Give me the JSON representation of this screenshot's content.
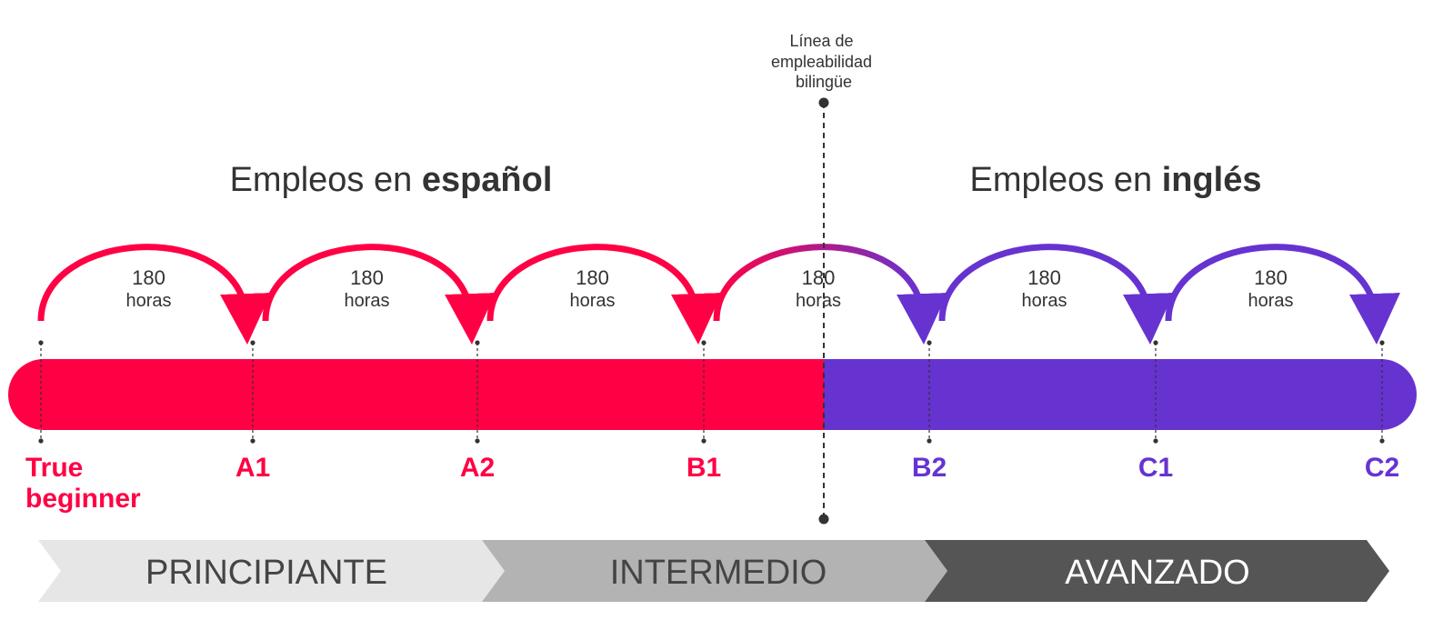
{
  "bilingual_line": {
    "label_lines": [
      "Línea de",
      "empleabilidad",
      "bilingüe"
    ]
  },
  "headings": {
    "spanish": {
      "prefix": "Empleos en ",
      "bold": "español"
    },
    "english": {
      "prefix": "Empleos en ",
      "bold": "inglés"
    }
  },
  "levels": [
    {
      "lines": [
        "True",
        "beginner"
      ],
      "color": "#ff0044"
    },
    {
      "lines": [
        "A1"
      ],
      "color": "#ff0044"
    },
    {
      "lines": [
        "A2"
      ],
      "color": "#ff0044"
    },
    {
      "lines": [
        "B1"
      ],
      "color": "#ff0044"
    },
    {
      "lines": [
        "B2"
      ],
      "color": "#6633d1"
    },
    {
      "lines": [
        "C1"
      ],
      "color": "#6633d1"
    },
    {
      "lines": [
        "C2"
      ],
      "color": "#6633d1"
    }
  ],
  "steps": [
    {
      "hours": "180",
      "unit": "horas"
    },
    {
      "hours": "180",
      "unit": "horas"
    },
    {
      "hours": "180",
      "unit": "horas"
    },
    {
      "hours": "180",
      "unit": "horas"
    },
    {
      "hours": "180",
      "unit": "horas"
    },
    {
      "hours": "180",
      "unit": "horas"
    }
  ],
  "stages": [
    {
      "label": "PRINCIPIANTE"
    },
    {
      "label": "INTERMEDIO"
    },
    {
      "label": "AVANZADO"
    }
  ],
  "colors": {
    "spanish": "#ff0044",
    "english": "#6633d1",
    "text": "#333333",
    "stage_light": "#e6e6e6",
    "stage_mid": "#b3b3b3",
    "stage_dark": "#555555",
    "stage_text_light": "#444444",
    "stage_text_dark": "#ffffff"
  }
}
